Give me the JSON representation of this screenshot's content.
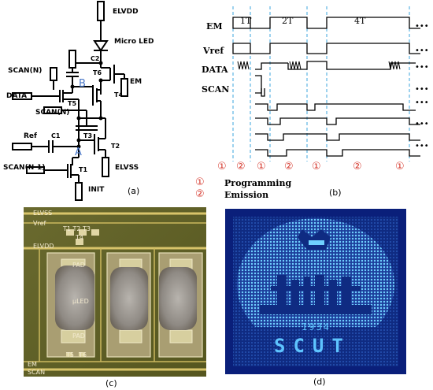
{
  "panel_a": {
    "caption": "(a)",
    "labels": {
      "elvdd": "ELVDD",
      "micro_led": "Micro LED",
      "scan_n_top": "SCAN(N)",
      "c2": "C2",
      "t6": "T6",
      "em": "EM",
      "b": "B",
      "data": "DATA",
      "t5": "T5",
      "t4": "T4",
      "scan_n_mid": "SCAN(N)",
      "t3": "T3",
      "ref": "Ref",
      "c1": "C1",
      "a": "A",
      "t2": "T2",
      "scan_n_minus_1": "SCAN(N-1)",
      "t1": "T1",
      "elvss": "ELVSS",
      "init": "INIT"
    },
    "accent_color": "#4a78c8"
  },
  "panel_b": {
    "caption": "(b)",
    "rows": [
      "EM",
      "Vref",
      "DATA",
      "SCAN"
    ],
    "period_labels": [
      "1T",
      "2T",
      "4T"
    ],
    "phase_markers": [
      "①",
      "②",
      "①",
      "②",
      "①",
      "②",
      "①"
    ],
    "legend": [
      {
        "marker": "①",
        "text": "Programming"
      },
      {
        "marker": "②",
        "text": "Emission"
      }
    ],
    "ellipsis": "•••",
    "marker_color": "#d63a2f",
    "dash_color": "#3ba6dc"
  },
  "panel_c": {
    "caption": "(c)",
    "labels": {
      "elvss": "ELVSS",
      "vref": "Vref",
      "t1_t2_t3": "T1 T2 T3",
      "t4": "T4",
      "elvdd": "ELVDD",
      "pad_top": "PAD",
      "uled": "μLED",
      "pad_bottom": "PAD",
      "t5": "T5",
      "t6": "T6",
      "em": "EM",
      "scan": "SCAN"
    }
  },
  "panel_d": {
    "caption": "(d)",
    "year": "1934",
    "text": "SCUT",
    "pixel_color": "#5ec4ff"
  }
}
